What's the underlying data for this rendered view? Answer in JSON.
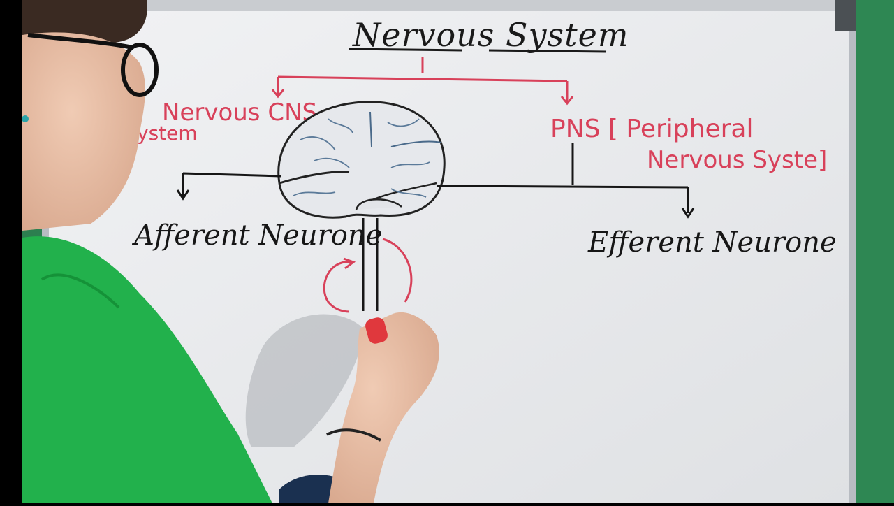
{
  "board": {
    "title": "Nervous System",
    "cns_label": "Nervous CNS",
    "cns_label_line2": "ystem",
    "pns_label_line1": "PNS [ Peripheral",
    "pns_label_line2": "Nervous Syste]",
    "afferent_label": "Afferent Neurone",
    "efferent_label": "Efferent Neurone"
  },
  "colors": {
    "whiteboard": "#e9eaec",
    "black_marker": "#161616",
    "red_marker": "#d8415a",
    "wall_green": "#2f8a55",
    "dress_green": "#22b14c"
  }
}
